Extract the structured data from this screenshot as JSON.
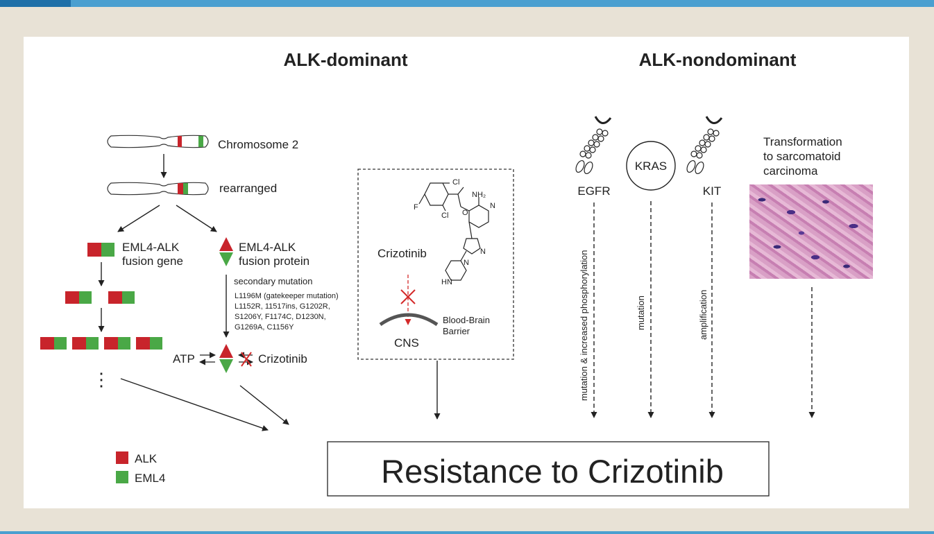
{
  "headers": {
    "left": "ALK-dominant",
    "right": "ALK-nondominant"
  },
  "left": {
    "chromosome": "Chromosome 2",
    "rearranged": "rearranged",
    "fusion_gene_1": "EML4-ALK",
    "fusion_gene_2": "fusion gene",
    "fusion_protein_1": "EML4-ALK",
    "fusion_protein_2": "fusion protein",
    "secondary_mutation": "secondary mutation",
    "mutations": [
      "L1196M (gatekeeper mutation)",
      "L1152R, 11517ins, G1202R,",
      "S1206Y, F1174C, D1230N,",
      "G1269A, C1156Y"
    ],
    "atp": "ATP",
    "crizotinib": "Crizotinib",
    "ellipsis": "⋮"
  },
  "center": {
    "drug": "Crizotinib",
    "barrier_1": "Blood-Brain",
    "barrier_2": "Barrier",
    "cns": "CNS",
    "struct_cl_top": "Cl",
    "struct_f": "F",
    "struct_cl_bottom": "Cl",
    "struct_nh2": "NH₂",
    "struct_o": "O",
    "struct_n_ring": "N",
    "struct_n_pyr": "N",
    "struct_n_pip": "N",
    "struct_hn": "HN"
  },
  "right": {
    "egfr": "EGFR",
    "kras": "KRAS",
    "kit": "KIT",
    "transform_1": "Transformation",
    "transform_2": "to sarcomatoid",
    "transform_3": "carcinoma",
    "egfr_mech": "mutation & increased phosphorylation",
    "kras_mech": "mutation",
    "kit_mech": "amplification"
  },
  "result": "Resistance to Crizotinib",
  "legend": [
    {
      "label": "ALK",
      "color": "#c8242b"
    },
    {
      "label": "EML4",
      "color": "#4aa846"
    }
  ],
  "colors": {
    "alk": "#c8242b",
    "eml4": "#4aa846",
    "inhibit": "#d42a2a",
    "bar": "#4a9fd0"
  }
}
